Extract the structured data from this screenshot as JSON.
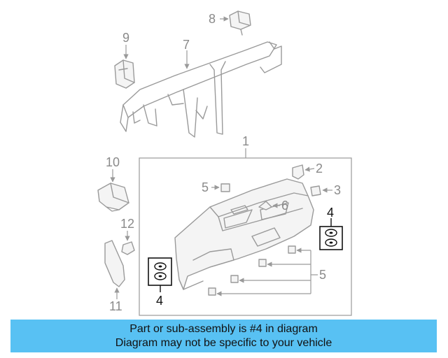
{
  "callouts": {
    "c1": "1",
    "c2": "2",
    "c3": "3",
    "c4_right": "4",
    "c4_left": "4",
    "c5_top": "5",
    "c5_bottom": "5",
    "c6": "6",
    "c7": "7",
    "c8": "8",
    "c9": "9",
    "c10": "10",
    "c11": "11",
    "c12": "12"
  },
  "banner": {
    "line1": "Part or sub-assembly is #4 in diagram",
    "line2": "Diagram may not be specific to your vehicle"
  },
  "colors": {
    "banner_bg": "#58c1f3",
    "line_gray": "#9a9a9a",
    "highlight_black": "#111111"
  }
}
